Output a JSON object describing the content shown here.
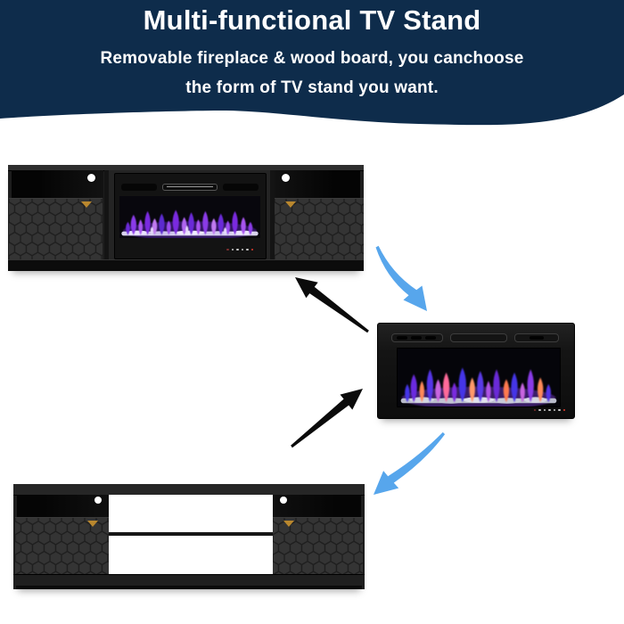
{
  "header": {
    "title": "Multi-functional TV Stand",
    "subtitle_line1": "Removable fireplace & wood board, you canchoose",
    "subtitle_line2": "the form of TV stand you want.",
    "bg_color": "#0E2C4B",
    "text_color": "#FFFFFF"
  },
  "products": {
    "top": {
      "name": "tv-stand-with-fireplace-installed"
    },
    "middle": {
      "name": "removable-fireplace-insert"
    },
    "bottom": {
      "name": "tv-stand-with-open-center-wood-board"
    }
  },
  "arrows": {
    "black": "#0B0B0B",
    "blue": "#57A6EC",
    "items": [
      {
        "name": "black-arrow-up-left",
        "direction": "up-left"
      },
      {
        "name": "blue-arrow-down-right",
        "direction": "down-right"
      },
      {
        "name": "black-arrow-up-right",
        "direction": "up-right"
      },
      {
        "name": "blue-arrow-down-left",
        "direction": "down-left"
      }
    ]
  },
  "colors": {
    "cabinet_black": "#1D1D1D",
    "hex_door": "#343434",
    "handle_gold": "#B9872E",
    "knob_white": "#FFFFFF",
    "flame_purple": "#8A3BE8",
    "flame_blue": "#4436E8",
    "flame_orange": "#FF8A5A",
    "background": "#FFFFFF"
  }
}
